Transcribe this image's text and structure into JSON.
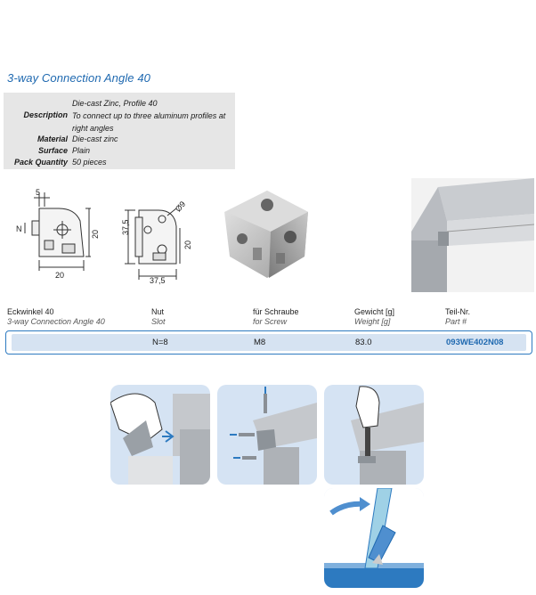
{
  "title": "3-way Connection Angle 40",
  "specs": [
    {
      "label": "",
      "value": "Die-cast Zinc, Profile 40"
    },
    {
      "label": "Description",
      "value": "To connect up to three aluminum profiles at right angles"
    },
    {
      "label": "Material",
      "value": "Die-cast zinc"
    },
    {
      "label": "Surface",
      "value": "Plain"
    },
    {
      "label": "Pack Quantity",
      "value": "50 pieces"
    }
  ],
  "dims": {
    "d1_top": "5",
    "d1_side_n": "N",
    "d1_right": "20",
    "d1_bottom": "20",
    "d2_diameter": "Ø9",
    "d2_left": "37,5",
    "d2_right": "20",
    "d2_bottom": "37,5"
  },
  "table": {
    "headers": [
      {
        "de": "Eckwinkel 40",
        "en": "3-way Connection Angle 40"
      },
      {
        "de": "Nut",
        "en": "Slot"
      },
      {
        "de": "für Schraube",
        "en": "for Screw"
      },
      {
        "de": "Gewicht [g]",
        "en": "Weight [g]"
      },
      {
        "de": "Teil-Nr.",
        "en": "Part #"
      }
    ],
    "row": {
      "name": "",
      "slot": "N=8",
      "screw": "M8",
      "weight": "83.0",
      "part": "093WE402N08"
    }
  },
  "colors": {
    "accent": "#1f69b0",
    "panel": "#d5e3f3",
    "spec_bg": "#e6e6e6"
  }
}
